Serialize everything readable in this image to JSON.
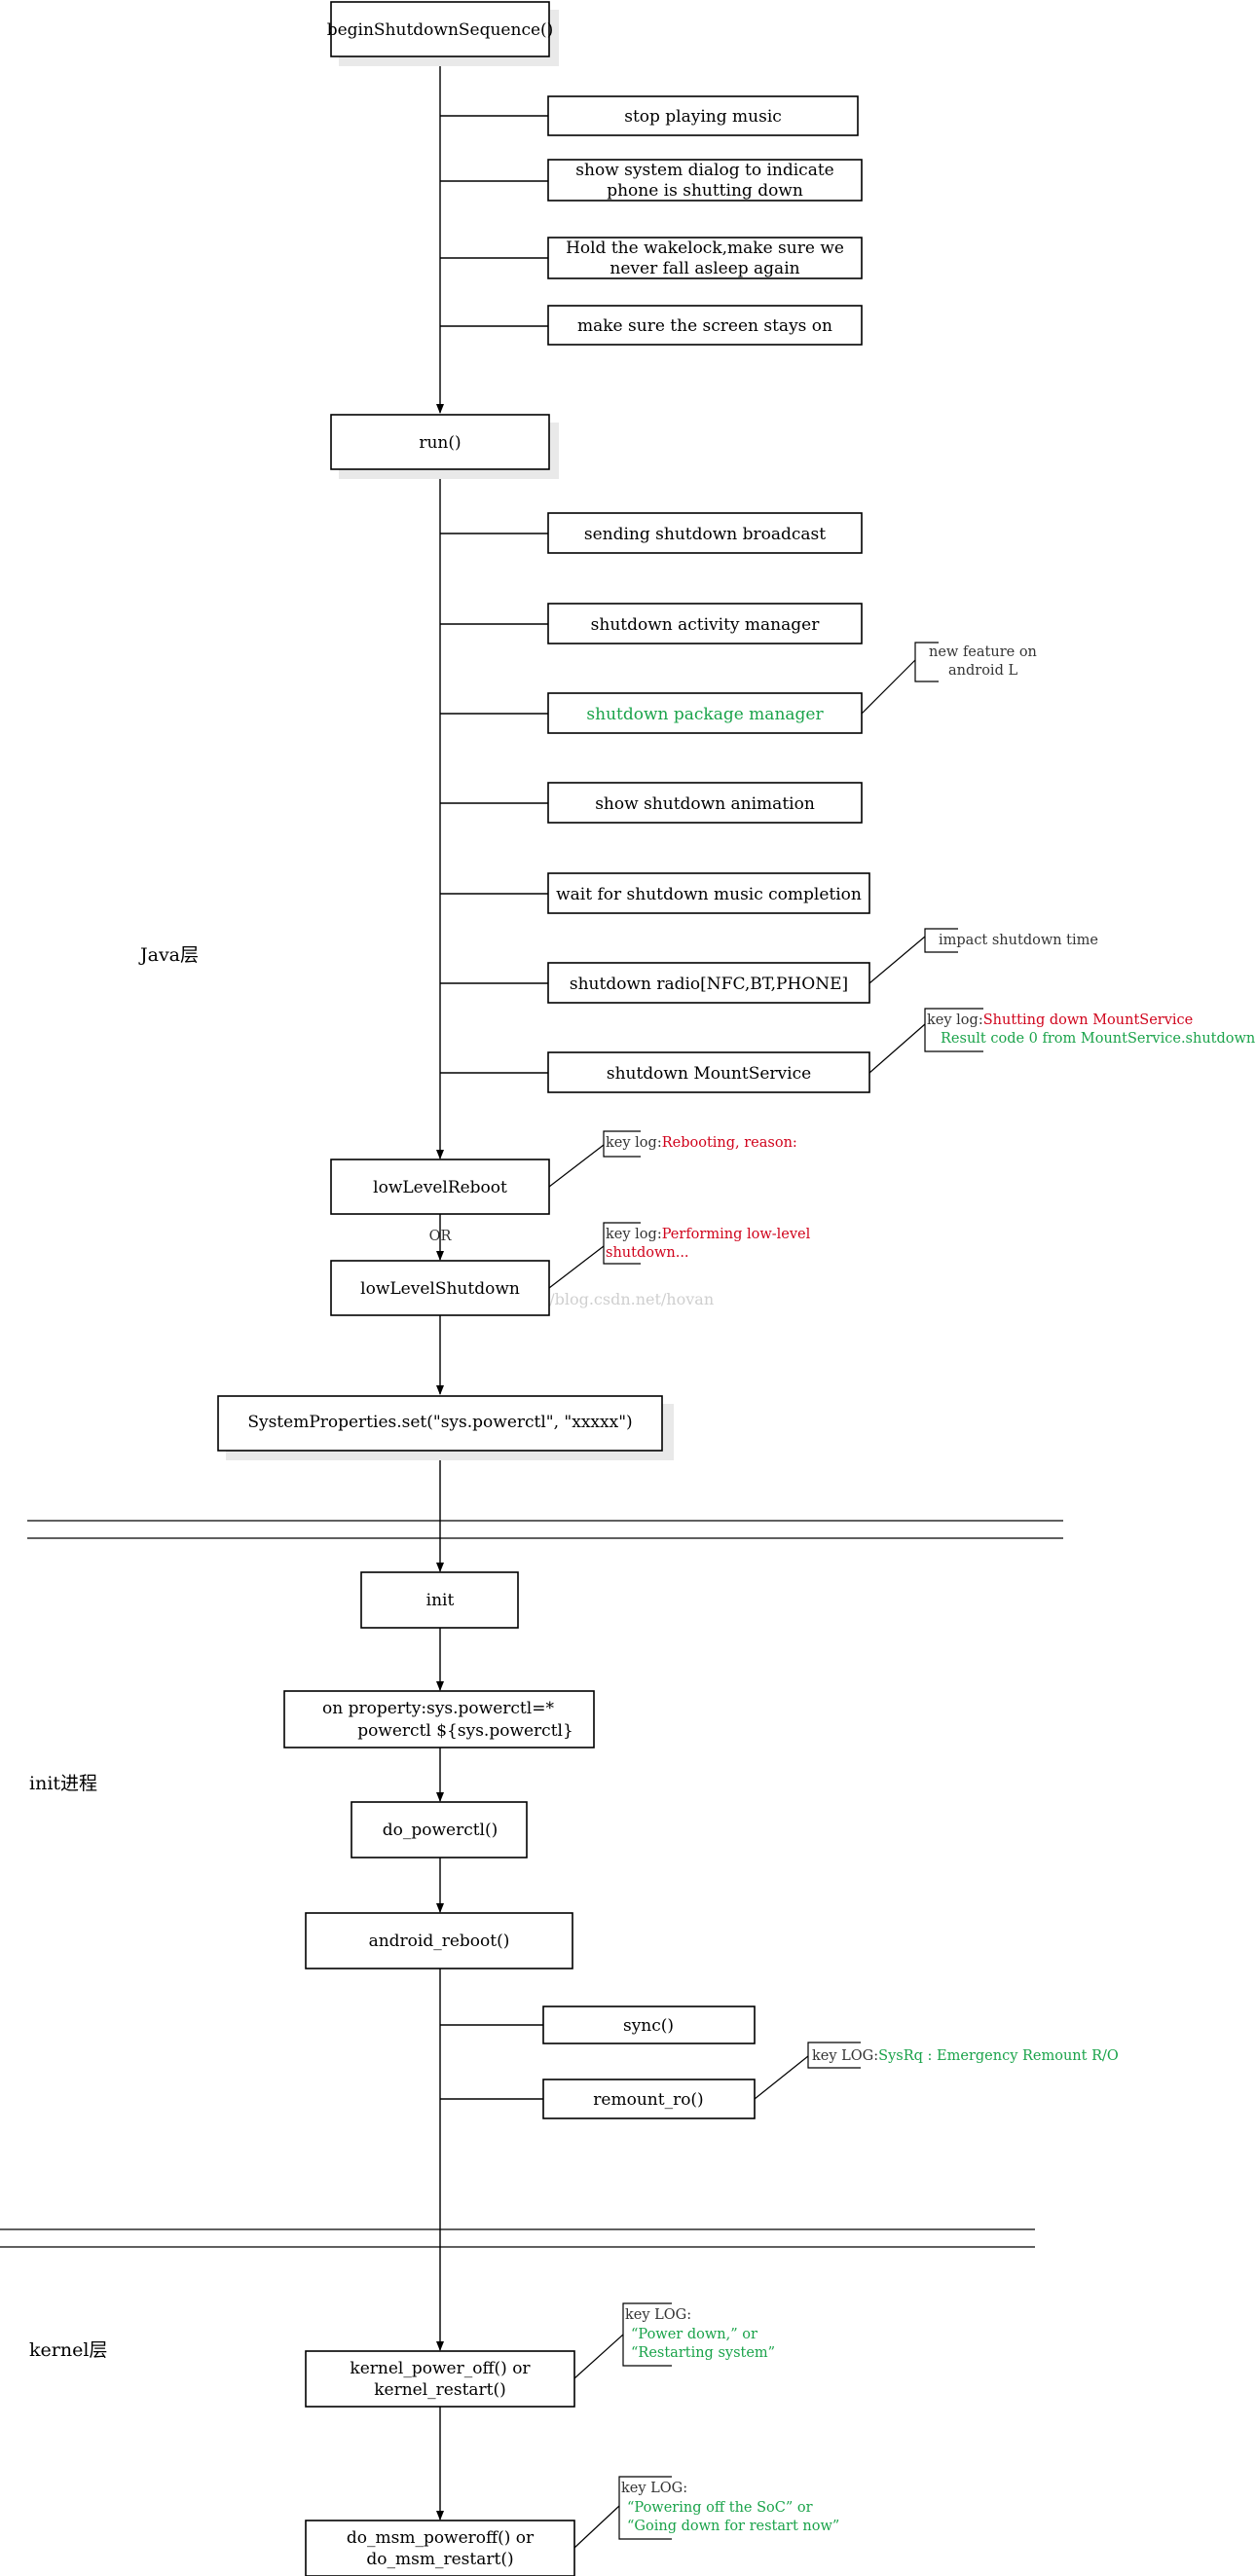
{
  "colors": {
    "stroke": "#000000",
    "green": "#1aa34a",
    "red": "#d0021b",
    "watermark": "#cfcfcf"
  },
  "layers": {
    "java": "Java层",
    "init": "init进程",
    "kernel": "kernel层"
  },
  "watermark": "http://blog.csdn.net/hovan",
  "or_label": "OR",
  "nodes": {
    "begin": "beginShutdownSequence()",
    "stop_music": "stop playing music",
    "dialog_1": "show system dialog to indicate",
    "dialog_2": "phone is shutting down",
    "wakelock_1": "Hold the wakelock,make sure we",
    "wakelock_2": "never fall asleep again",
    "screen_on": "make sure the screen stays on",
    "run": "run()",
    "broadcast": "sending shutdown broadcast",
    "activity_mgr": "shutdown activity manager",
    "package_mgr": "shutdown package manager",
    "animation": "show shutdown animation",
    "wait_music": "wait for shutdown music completion",
    "radio": "shutdown radio[NFC,BT,PHONE]",
    "mount": "shutdown MountService",
    "low_reboot": "lowLevelReboot",
    "low_shutdown": "lowLevelShutdown",
    "sysprops": "SystemProperties.set(\"sys.powerctl\", \"xxxxx\")",
    "init": "init",
    "on_prop_1": "on property:sys.powerctl=*",
    "on_prop_2": "powerctl ${sys.powerctl}",
    "do_powerctl": "do_powerctl()",
    "android_reboot": "android_reboot()",
    "sync": "sync()",
    "remount": "remount_ro()",
    "kernel_off_1": "kernel_power_off() or",
    "kernel_off_2": "kernel_restart()",
    "msm_1": "do_msm_poweroff() or",
    "msm_2": "do_msm_restart()"
  },
  "notes": {
    "new_feature_1": "new feature on",
    "new_feature_2": "android L",
    "impact": "impact shutdown time",
    "mount_prefix": "key log:",
    "mount_red": "Shutting down MountService",
    "mount_green": "Result code 0 from MountService.shutdown",
    "reboot_prefix": "key log:",
    "reboot_red": "Rebooting, reason:",
    "lowshut_prefix": "key log:",
    "lowshut_red_1": "Performing low-level",
    "lowshut_red_2": "shutdown...",
    "remount_prefix": "key LOG:",
    "remount_green": "SysRq : Emergency Remount R/O",
    "kernel_prefix": "key LOG:",
    "kernel_green_1": "“Power down,” or",
    "kernel_green_2": "“Restarting system”",
    "msm_prefix": "key LOG:",
    "msm_green_1": "“Powering off the SoC” or",
    "msm_green_2": "“Going down for restart now”"
  }
}
